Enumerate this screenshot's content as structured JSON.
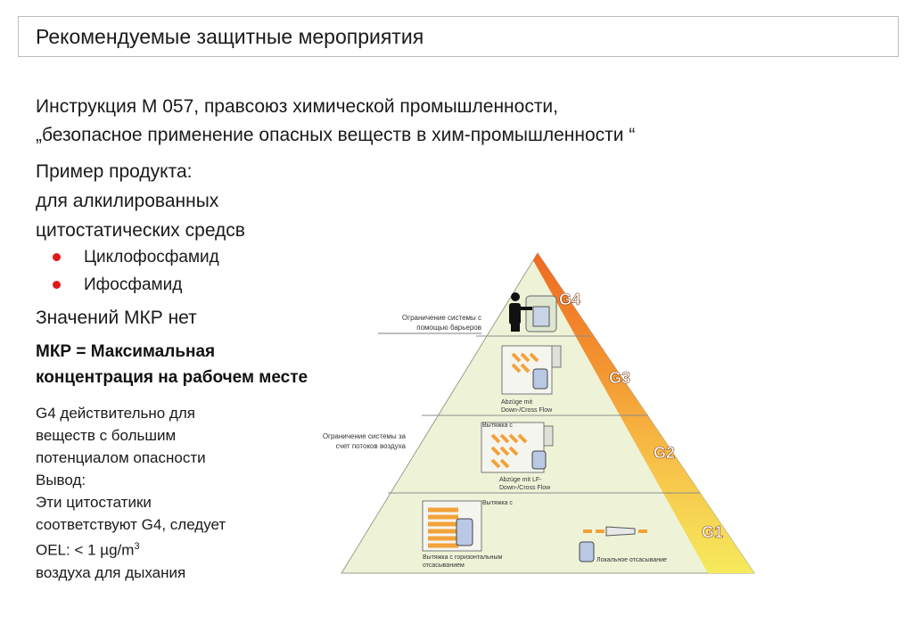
{
  "title": "Рекомендуемые защитные мероприятия",
  "instruction": {
    "line1": "Инструкция М 057, правсоюз химической промышленности,",
    "line2": "„безопасное применение опасных веществ в хим-промышленности “"
  },
  "example": {
    "line1": "Пример продукта:",
    "line2": "для алкилированных",
    "line3": "цитостатических средсв"
  },
  "products": [
    "Циклофосфамид",
    "Ифосфамид"
  ],
  "mkp_none": "Значений МКР нет",
  "mkp_def": {
    "line1": "МКР = Максимальная",
    "line2": "концентрация на рабочем месте"
  },
  "note": {
    "line1": "G4 действительно для",
    "line2": "веществ с большим",
    "line3": "потенциалом опасности",
    "line4": "Вывод:",
    "line5": "Эти цитостатики",
    "line6": "соответствуют G4, следует",
    "line7_pre": "OEL: < 1 µg/m",
    "line7_sup": "3",
    "line8": "воздуха для дыхания"
  },
  "pyramid": {
    "levels": [
      "G4",
      "G3",
      "G2",
      "G1"
    ],
    "callouts": {
      "barrier_1": "Ограничение системы с",
      "barrier_2": "помощью барьеров",
      "flow_1": "Ограничение системы за",
      "flow_2": "счет потоков воздуха"
    },
    "labels": {
      "g3_caption_1": "Abzüge mit",
      "g3_caption_2": "Down-/Cross Flow",
      "g2_top": "Вытяжка с",
      "g2_caption_1": "Abzüge mit LF-",
      "g2_caption_2": "Down-/Cross Flow",
      "g1_top": "Вытяжка с",
      "g1_caption_1": "Вытяжка с горизонтальным",
      "g1_caption_2": "отсасыванием",
      "g1_local": "Локальное отсасывание"
    },
    "colors": {
      "pyramid_fill": "#eef3d8",
      "g4": "#ef6f22",
      "g3": "#f4922c",
      "g2": "#f7bf45",
      "g1": "#f6e65a",
      "bullet": "#e01818"
    }
  }
}
